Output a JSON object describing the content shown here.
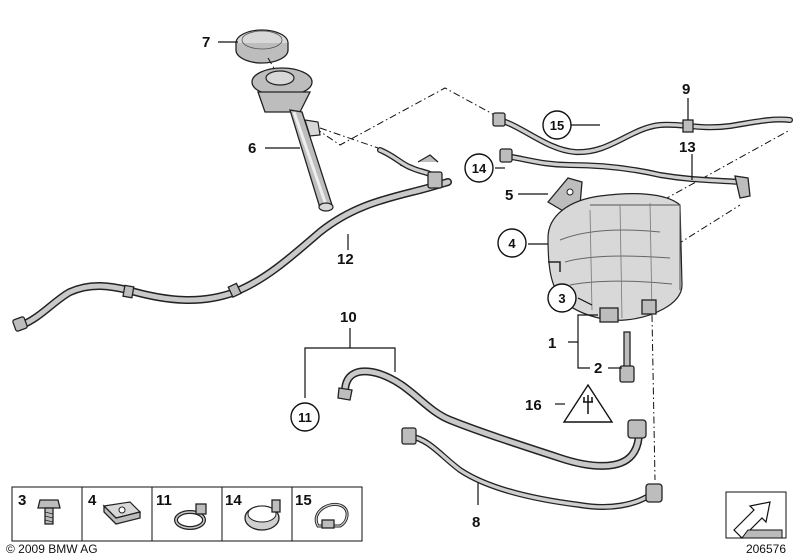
{
  "callouts": {
    "c1": "1",
    "c2": "2",
    "c3": "3",
    "c4": "4",
    "c5": "5",
    "c6": "6",
    "c7": "7",
    "c8": "8",
    "c9": "9",
    "c10": "10",
    "c11": "11",
    "c12": "12",
    "c13": "13",
    "c14": "14",
    "c15": "15",
    "c16": "16"
  },
  "parts_strip": [
    {
      "label": "3",
      "icon": "screw-icon"
    },
    {
      "label": "4",
      "icon": "clip-nut-icon"
    },
    {
      "label": "11",
      "icon": "hose-clamp-icon"
    },
    {
      "label": "14",
      "icon": "band-clamp-icon"
    },
    {
      "label": "15",
      "icon": "cable-tie-icon"
    }
  ],
  "footer": {
    "copyright": "© 2009 BMW AG",
    "diagram_number": "206576"
  },
  "colors": {
    "line": "#111111",
    "hose_fill": "#c9c9c9",
    "part_fill": "#bdbdbd",
    "background": "#ffffff"
  }
}
